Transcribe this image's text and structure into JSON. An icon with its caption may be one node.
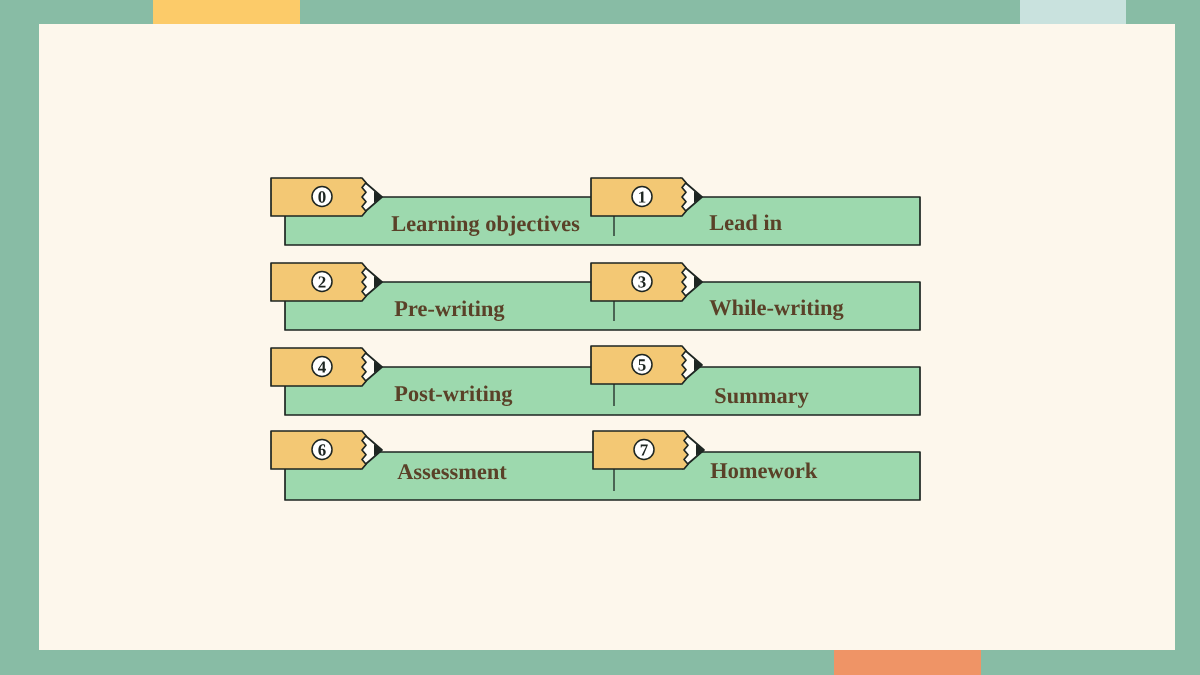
{
  "diagram": {
    "nodes": [
      {
        "text": [
          "0",
          "Learning objectives"
        ]
      },
      {
        "text": [
          "1",
          "Lead in"
        ]
      },
      {
        "text": [
          "2",
          "Pre-writing"
        ]
      },
      {
        "text": [
          "3",
          "While-writing"
        ]
      },
      {
        "text": [
          "4",
          "Post-writing"
        ]
      },
      {
        "text": [
          "5",
          "Summary"
        ]
      },
      {
        "text": [
          "6",
          "Assessment"
        ]
      },
      {
        "text": [
          "7",
          "Homework"
        ]
      }
    ]
  }
}
